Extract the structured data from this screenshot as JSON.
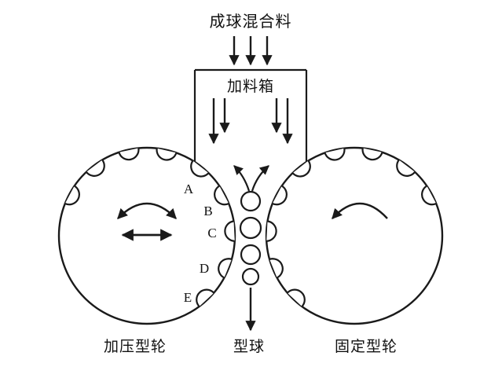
{
  "labels": {
    "top": "成球混合料",
    "feed_box": "加料箱",
    "letters": [
      "A",
      "B",
      "C",
      "D",
      "E"
    ],
    "bottom_left": "加压型轮",
    "bottom_center": "型球",
    "bottom_right": "固定型轮"
  },
  "icons": {
    "down_arrow": "material-flow-down-arrow",
    "rotation_arrow": "roller-rotation-arrow",
    "translation_arrow": "roller-translation-double-arrow"
  },
  "colors": {
    "line": "#1a1a1a",
    "background": "#ffffff"
  }
}
